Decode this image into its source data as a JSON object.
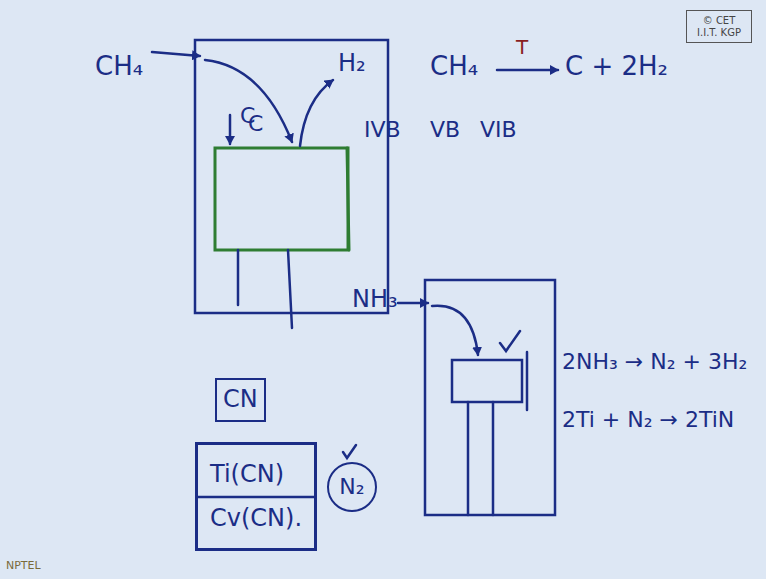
{
  "diagram": {
    "nodes": [
      {
        "text": [
          "© CET I.I.T. KGP"
        ]
      },
      {
        "text": [
          "CN"
        ]
      },
      {
        "text": [
          "Ti(CN)",
          "Cv(CN)."
        ]
      },
      {
        "text": [
          "N₂"
        ]
      }
    ],
    "labels": [
      "CH₄",
      "C",
      "C",
      "H₂",
      "CH₄",
      "T",
      "C + 2H₂",
      "IVB",
      "VB",
      "VIB",
      "NH₃",
      "2NH₃ → N₂ + 3H₂",
      "2Ti + N₂ → 2TiN",
      "NPTEL"
    ]
  }
}
